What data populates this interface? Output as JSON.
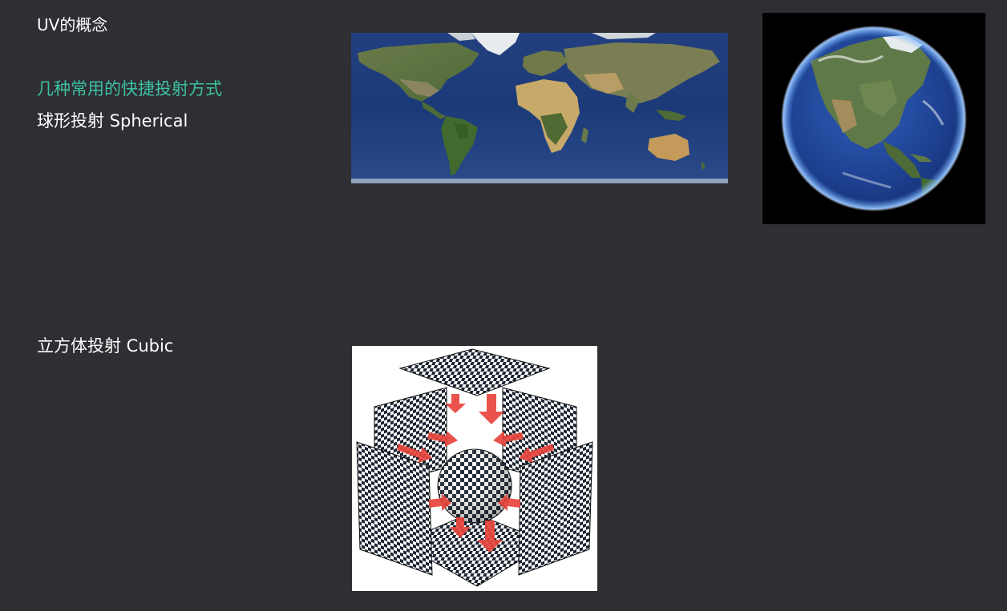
{
  "slide": {
    "title": "UV的概念",
    "subtitle": "几种常用的快捷投射方式",
    "spherical_label": "球形投射 Spherical",
    "cubic_label": "立方体投射 Cubic"
  },
  "images": {
    "world_map": "equirectangular world map",
    "globe": "earth globe (north america)",
    "cubic": "cubic projection checker diagram"
  },
  "colors": {
    "background": "#2e2e33",
    "accent": "#3cc2a0",
    "text": "#ffffff",
    "arrow": "#e8453c"
  }
}
